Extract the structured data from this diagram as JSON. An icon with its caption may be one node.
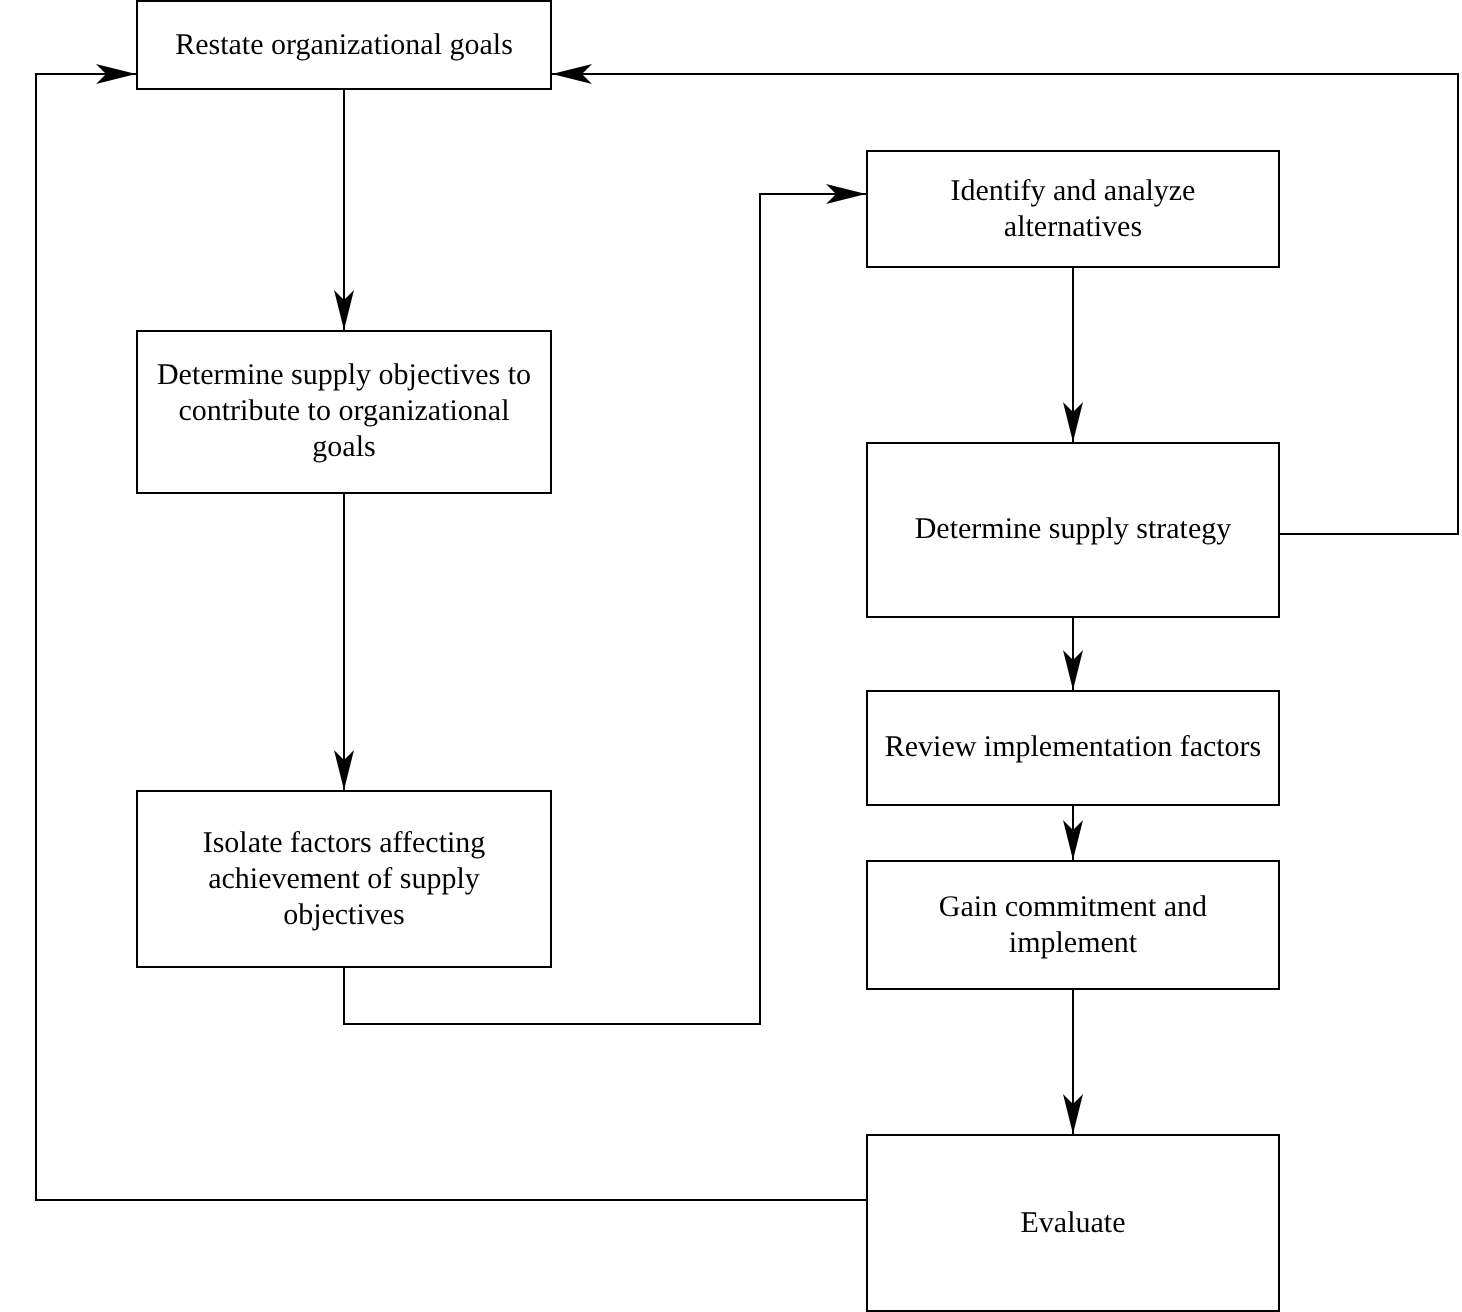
{
  "diagram": {
    "nodes": [
      {
        "text": [
          "Restate organizational goals"
        ]
      },
      {
        "text": [
          "Determine supply objectives to contribute to organizational goals"
        ]
      },
      {
        "text": [
          "Isolate factors affecting achievement of supply objectives"
        ]
      },
      {
        "text": [
          "Identify and analyze alternatives"
        ]
      },
      {
        "text": [
          "Determine supply strategy"
        ]
      },
      {
        "text": [
          "Review implementation factors"
        ]
      },
      {
        "text": [
          "Gain commitment and implement"
        ]
      },
      {
        "text": [
          "Evaluate"
        ]
      }
    ],
    "edges": [
      {
        "from": 0,
        "to": 1,
        "arrow": "to"
      },
      {
        "from": 1,
        "to": 2,
        "arrow": "to"
      },
      {
        "from": 2,
        "to": 3,
        "arrow": "to"
      },
      {
        "from": 3,
        "to": 4,
        "arrow": "to"
      },
      {
        "from": 4,
        "to": 5,
        "arrow": "to"
      },
      {
        "from": 5,
        "to": 6,
        "arrow": "to"
      },
      {
        "from": 6,
        "to": 7,
        "arrow": "to"
      },
      {
        "from": 7,
        "to": 0,
        "arrow": "to"
      },
      {
        "from": 4,
        "to": 0,
        "arrow": "to"
      }
    ]
  }
}
